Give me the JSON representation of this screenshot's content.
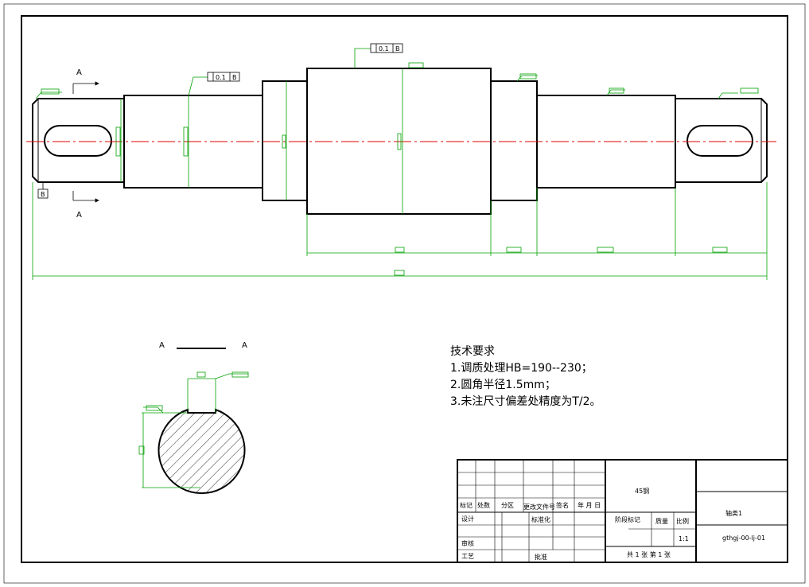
{
  "section_marks": {
    "label_top": "A",
    "label_bottom": "A",
    "section_left": "A",
    "section_right": "A"
  },
  "datum_label": "B",
  "tolerances": [
    {
      "value": "0.1",
      "datum": "B"
    },
    {
      "value": "0.1",
      "datum": "B"
    }
  ],
  "tech_requirements": {
    "title": "技术要求",
    "items": [
      "1.调质处理HB=190--230；",
      "2.圆角半径1.5mm；",
      "3.未注尺寸偏差处精度为T/2。"
    ]
  },
  "title_block": {
    "material": "45钢",
    "part_name": "轴类1",
    "drawing_no": "gthgj-00-lj-01",
    "scale": "1:1",
    "header_labels": [
      "标记",
      "处数",
      "分区",
      "更改文件号",
      "签名",
      "年 月 日"
    ],
    "design": "设计",
    "standardization": "标准化",
    "review": "审核",
    "process": "工艺",
    "approve": "批准",
    "stage_mark": "阶段标记",
    "weight": "质量",
    "ratio": "比例",
    "sheets": "共 1 张  第 1 张"
  },
  "colors": {
    "outline": "#000000",
    "dimension": "#00a000",
    "centerline": "#e00000"
  }
}
